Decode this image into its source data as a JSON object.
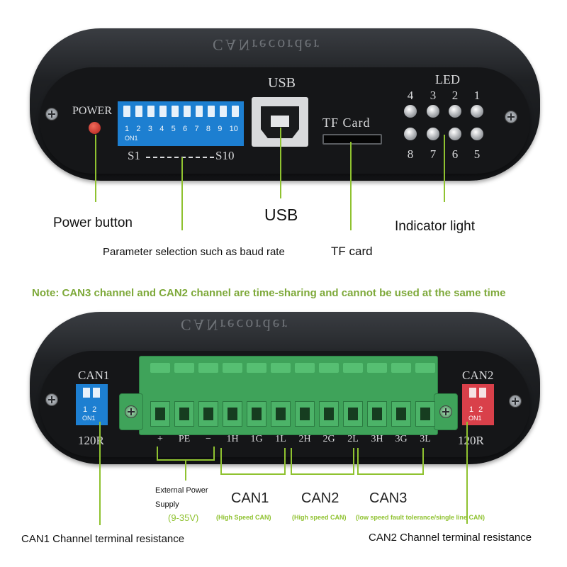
{
  "top_device": {
    "brand_engraving": "CANrecorder",
    "power_label": "POWER",
    "dip_numbers": [
      "1",
      "2",
      "3",
      "4",
      "5",
      "6",
      "7",
      "8",
      "9",
      "10"
    ],
    "dip_on_label": "ON1",
    "dip_range_start": "S1",
    "dip_range_end": "S10",
    "usb_label": "USB",
    "tf_label": "TF Card",
    "led_title": "LED",
    "led_top_numbers": [
      "4",
      "3",
      "2",
      "1"
    ],
    "led_bottom_numbers": [
      "8",
      "7",
      "6",
      "5"
    ]
  },
  "top_callouts": {
    "power_button": "Power button",
    "usb": "USB",
    "indicator": "Indicator light",
    "parameter": "Parameter selection such as baud rate",
    "tf": "TF card"
  },
  "note": "Note: CAN3 channel and CAN2 channel are time-sharing and cannot be used at the same time",
  "bottom_device": {
    "brand_engraving": "CANrecorder",
    "can1_label": "CAN1",
    "can1_dip_numbers": "1 2",
    "can1_dip_on": "ON1",
    "can1_resistor": "120R",
    "can2_label": "CAN2",
    "can2_dip_numbers": "1 2",
    "can2_dip_on": "ON1",
    "can2_resistor": "120R",
    "terminal_labels": [
      "+",
      "PE",
      "−",
      "1H",
      "1G",
      "1L",
      "2H",
      "2G",
      "2L",
      "3H",
      "3G",
      "3L"
    ]
  },
  "bottom_callouts": {
    "power_line1": "External Power",
    "power_line2": "Supply",
    "power_voltage": "(9-35V)",
    "can1_big": "CAN1",
    "can1_sub": "(High Speed CAN)",
    "can2_big": "CAN2",
    "can2_sub": "(High speed CAN)",
    "can3_big": "CAN3",
    "can3_sub": "(low speed fault tolerance/single line CAN)",
    "can1_term": "CAN1 Channel terminal resistance",
    "can2_term": "CAN2 Channel terminal resistance"
  },
  "colors": {
    "accent_green": "#8fc230",
    "note_green": "#7ea93a",
    "dip_blue": "#1d7fd1",
    "dip_red": "#d9404a",
    "terminal_green": "#3fa35a"
  }
}
